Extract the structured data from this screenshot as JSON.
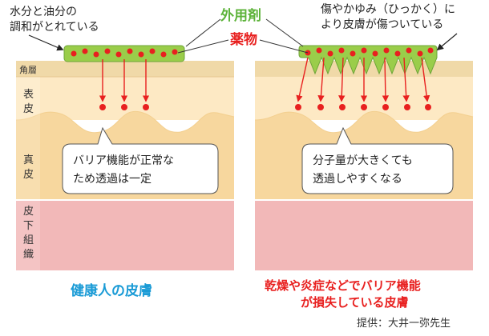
{
  "top_labels": {
    "left_note": [
      "水分と油分の",
      "調和がとれている"
    ],
    "right_note": [
      "傷やかゆみ（ひっかく）に",
      "より皮膚が傷ついている"
    ],
    "topical": "外用剤",
    "drug": "薬物"
  },
  "layers": {
    "horny": "角層",
    "epidermis": [
      "表",
      "皮"
    ],
    "dermis": [
      "真",
      "皮"
    ],
    "subcutis": [
      "皮",
      "下",
      "組",
      "織"
    ]
  },
  "bubbles": {
    "left": [
      "バリア機能が正常な",
      "ため透過は一定"
    ],
    "right": [
      "分子量が大きくても",
      "透過しやすくなる"
    ]
  },
  "captions": {
    "left": "健康人の皮膚",
    "right": [
      "乾燥や炎症などでバリア機能",
      "が損失している皮膚"
    ]
  },
  "credit": "提供：大井一弥先生",
  "colors": {
    "horny": "#f0d9a8",
    "epidermis": "#fde9c4",
    "dermis": "#f7d79e",
    "subcutis": "#f2b8b8",
    "ointment": "#9acd4a",
    "ointment_edge": "#6fa53a",
    "drug_dot": "#e8201f",
    "label_green": "#5db33a",
    "label_red": "#e8201f",
    "caption_blue": "#1a9bd6",
    "caption_red": "#e8201f"
  }
}
